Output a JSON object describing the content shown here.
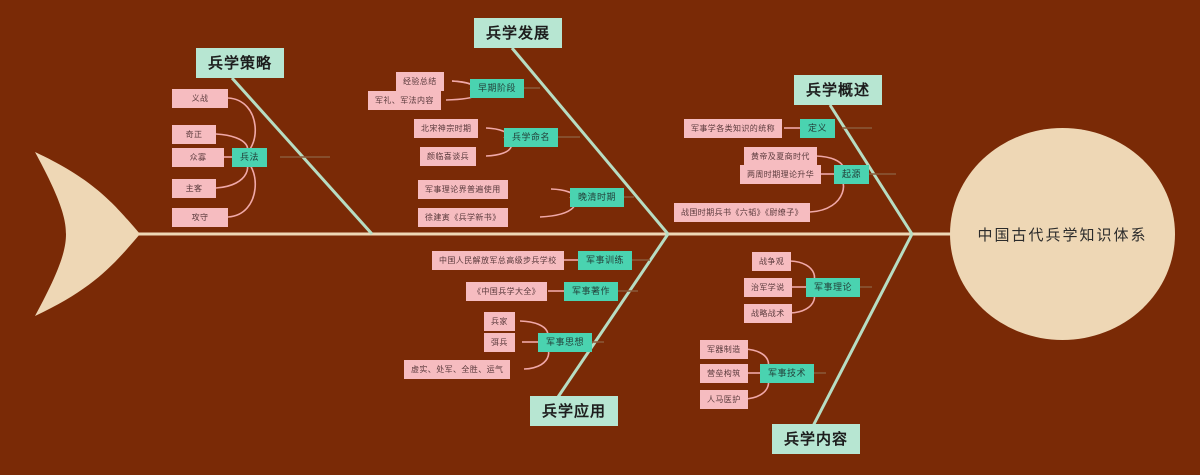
{
  "diagram": {
    "title": "中国古代兵学知识体系",
    "type": "fishbone",
    "colors": {
      "background": "#7a2a06",
      "head": "#eed7b5",
      "spine": "#eed7b5",
      "category": "#b7e6d2",
      "mid": "#4ad3b0",
      "leaf": "#f6bcc0",
      "bone": "#b7ddc3",
      "leaf_wire": "#f0a8a8"
    }
  },
  "branches": [
    {
      "id": "strategy",
      "label": "兵学策略",
      "side": "top",
      "groups": [
        {
          "mid": "兵法",
          "leaves": [
            "义战",
            "奇正",
            "众寡",
            "主客",
            "攻守"
          ]
        }
      ]
    },
    {
      "id": "development",
      "label": "兵学发展",
      "side": "top",
      "groups": [
        {
          "mid": "早期阶段",
          "leaves": [
            "经验总结",
            "军礼、军法内容"
          ]
        },
        {
          "mid": "兵学命名",
          "leaves": [
            "北宋神宗时期",
            "颜临喜谈兵"
          ]
        },
        {
          "mid": "晚清时期",
          "leaves": [
            "军事理论界普遍使用",
            "徐建寅《兵学新书》"
          ]
        }
      ]
    },
    {
      "id": "overview",
      "label": "兵学概述",
      "side": "top",
      "groups": [
        {
          "mid": "定义",
          "leaves": [
            "军事学各类知识的统称"
          ]
        },
        {
          "mid": "起源",
          "leaves": [
            "黄帝及夏商时代",
            "两周时期理论升华",
            "战国时期兵书《六韬》《尉缭子》"
          ]
        }
      ]
    },
    {
      "id": "application",
      "label": "兵学应用",
      "side": "bottom",
      "groups": [
        {
          "mid": "军事训练",
          "leaves": [
            "中国人民解放军总高级步兵学校"
          ]
        },
        {
          "mid": "军事著作",
          "leaves": [
            "《中国兵学大全》"
          ]
        },
        {
          "mid": "军事思想",
          "leaves": [
            "兵家",
            "弭兵",
            "虚实、处军、全胜、运气"
          ]
        }
      ]
    },
    {
      "id": "content",
      "label": "兵学内容",
      "side": "bottom",
      "groups": [
        {
          "mid": "军事理论",
          "leaves": [
            "战争观",
            "治军学说",
            "战略战术"
          ]
        },
        {
          "mid": "军事技术",
          "leaves": [
            "军器制造",
            "营垒构筑",
            "人马医护"
          ]
        }
      ]
    }
  ]
}
